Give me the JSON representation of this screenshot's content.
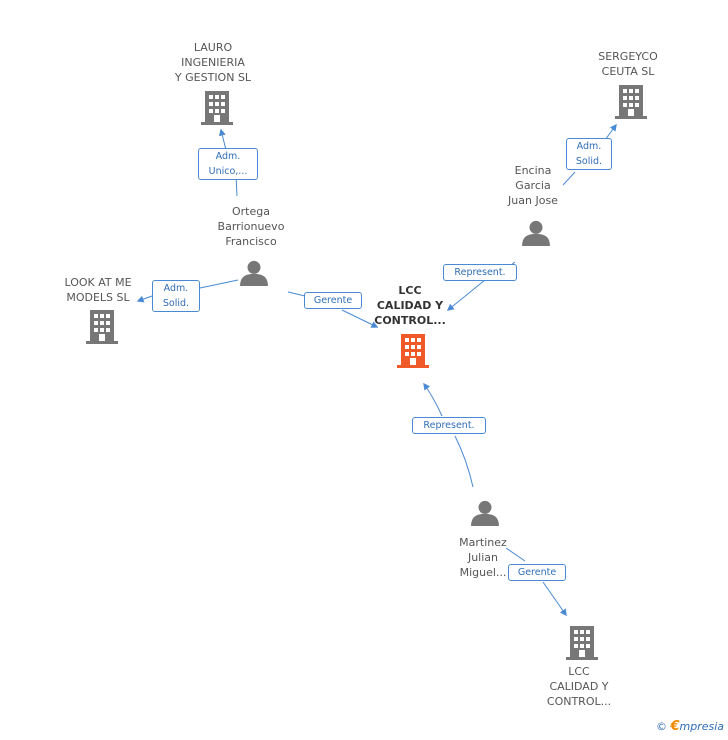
{
  "nodes": {
    "lauro": {
      "label": "LAURO\nINGENIERIA\nY GESTION SL",
      "type": "company"
    },
    "sergeyco": {
      "label": "SERGEYCO\nCEUTA SL",
      "type": "company"
    },
    "encina": {
      "label": "Encina\nGarcia\nJuan Jose",
      "type": "person"
    },
    "ortega": {
      "label": "Ortega\nBarrionuevo\nFrancisco",
      "type": "person"
    },
    "lookatme": {
      "label": "LOOK AT ME\nMODELS  SL",
      "type": "company"
    },
    "lcc_main": {
      "label": "LCC\nCALIDAD Y\nCONTROL...",
      "type": "company-main"
    },
    "martinez": {
      "label": "Martinez\nJulian\nMiguel...",
      "type": "person"
    },
    "lcc2": {
      "label": "LCC\nCALIDAD Y\nCONTROL...",
      "type": "company"
    }
  },
  "edges": {
    "ortega_lauro": "Adm.\nUnico,...",
    "encina_sergeyco": "Adm.\nSolid.",
    "encina_lcc": "Represent.",
    "ortega_lookatme": "Adm.\nSolid.",
    "ortega_lcc": "Gerente",
    "martinez_lcc": "Represent.",
    "martinez_lcc2": "Gerente"
  },
  "footer": {
    "copyright": "©",
    "brand_initial": "€",
    "brand_rest": "mpresia"
  },
  "colors": {
    "edge": "#4a8ad4",
    "building": "#777777",
    "building_main": "#f05a28",
    "person": "#777777"
  }
}
